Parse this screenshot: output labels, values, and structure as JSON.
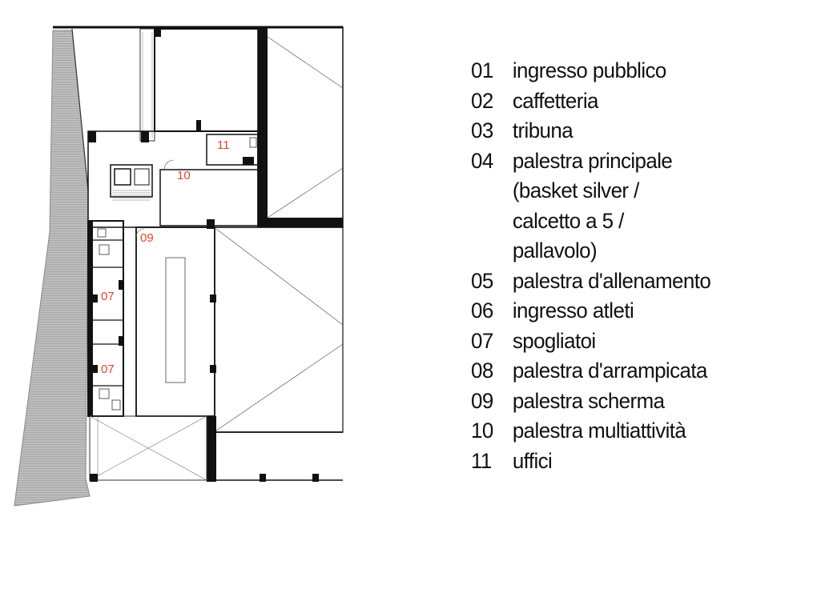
{
  "colors": {
    "label_red": "#e0472a",
    "wall": "#111111",
    "ramp": "#b4b4b4"
  },
  "plan_labels": {
    "l11": "11",
    "l10": "10",
    "l09": "09",
    "l07a": "07",
    "l07b": "07"
  },
  "legend": [
    {
      "num": "01",
      "lines": [
        "ingresso pubblico"
      ]
    },
    {
      "num": "02",
      "lines": [
        "caffetteria"
      ]
    },
    {
      "num": "03",
      "lines": [
        "tribuna"
      ]
    },
    {
      "num": "04",
      "lines": [
        "palestra principale",
        "(basket silver /",
        "calcetto a 5 /",
        "pallavolo)"
      ]
    },
    {
      "num": "05",
      "lines": [
        "palestra d'allenamento"
      ]
    },
    {
      "num": "06",
      "lines": [
        "ingresso atleti"
      ]
    },
    {
      "num": "07",
      "lines": [
        "spogliatoi"
      ]
    },
    {
      "num": "08",
      "lines": [
        "palestra d'arrampicata"
      ]
    },
    {
      "num": "09",
      "lines": [
        "palestra scherma"
      ]
    },
    {
      "num": "10",
      "lines": [
        "palestra multiattività"
      ]
    },
    {
      "num": "11",
      "lines": [
        "uffici"
      ]
    }
  ]
}
